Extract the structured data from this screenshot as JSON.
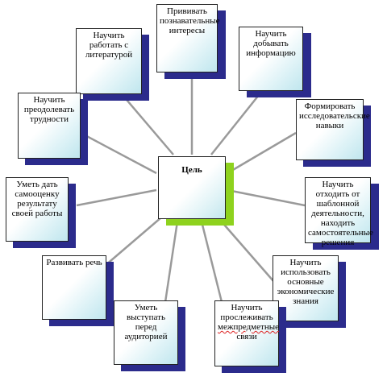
{
  "center": "Цель",
  "nodes": [
    {
      "id": "interests",
      "text": "Прививать познавательные интересы"
    },
    {
      "id": "literature",
      "text": "Научить работать с литературой"
    },
    {
      "id": "info",
      "text": "Научить добывать информацию"
    },
    {
      "id": "difficulties",
      "text": "Научить преодолевать трудности"
    },
    {
      "id": "research",
      "text": "Формировать исследовательские навыки"
    },
    {
      "id": "selfassess",
      "text": "Уметь дать самооценку результату своей работы"
    },
    {
      "id": "template",
      "text": "Научить отходить от шаблонной деятельности, находить самостоятельные решения"
    },
    {
      "id": "speech",
      "text": "Развивать речь"
    },
    {
      "id": "economic",
      "text": "Научить использовать основные экономические знания"
    },
    {
      "id": "audience",
      "text": "Уметь выступать перед аудиторией"
    },
    {
      "id": "links",
      "text_before": "Научить прослеживать ",
      "text_marked": "межпредметные",
      "text_after": " связи"
    }
  ]
}
